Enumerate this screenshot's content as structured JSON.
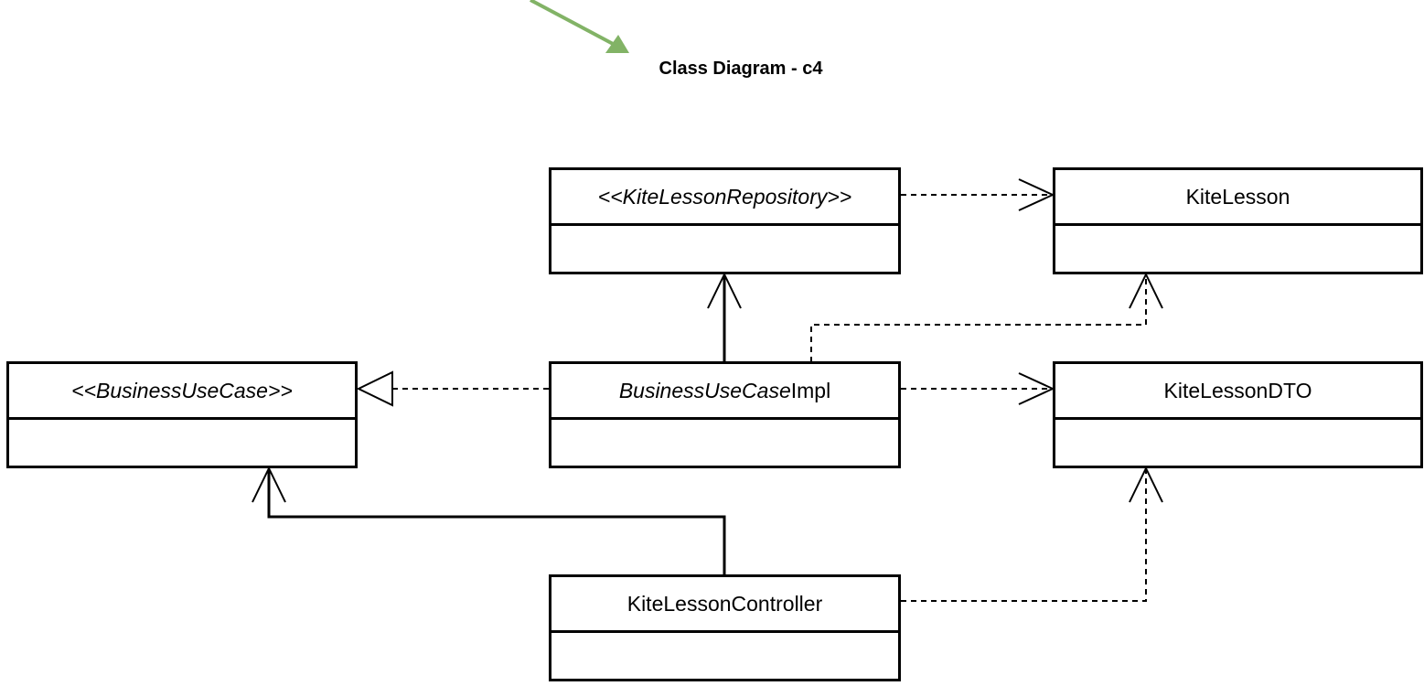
{
  "title": "Class Diagram - c4",
  "classes": {
    "kite_lesson_repository": {
      "name": "<<KiteLessonRepository>>"
    },
    "kite_lesson": {
      "name": "KiteLesson"
    },
    "business_use_case": {
      "name": "<<BusinessUseCase>>"
    },
    "business_use_case_impl": {
      "name_italic": "BusinessUseCase",
      "name_plain": "Impl"
    },
    "kite_lesson_dto": {
      "name": "KiteLessonDTO"
    },
    "kite_lesson_controller": {
      "name": "KiteLessonController"
    }
  },
  "relationships": [
    {
      "from": "KiteLessonRepository",
      "to": "KiteLesson",
      "type": "dependency"
    },
    {
      "from": "BusinessUseCaseImpl",
      "to": "KiteLessonRepository",
      "type": "association"
    },
    {
      "from": "BusinessUseCaseImpl",
      "to": "KiteLesson",
      "type": "dependency"
    },
    {
      "from": "BusinessUseCaseImpl",
      "to": "BusinessUseCase",
      "type": "realization"
    },
    {
      "from": "BusinessUseCaseImpl",
      "to": "KiteLessonDTO",
      "type": "dependency"
    },
    {
      "from": "KiteLessonController",
      "to": "BusinessUseCase",
      "type": "association"
    },
    {
      "from": "KiteLessonController",
      "to": "KiteLessonDTO",
      "type": "dependency"
    }
  ],
  "colors": {
    "line": "#000000",
    "pointer_arrow": "#82b366"
  }
}
